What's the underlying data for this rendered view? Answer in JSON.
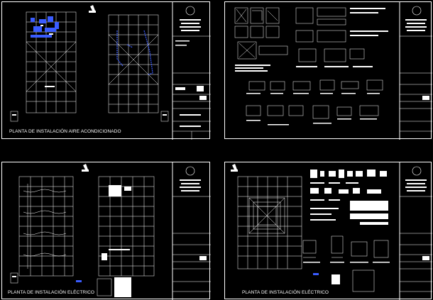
{
  "sheets": [
    {
      "id": "sheet-1",
      "title": "PLANTA DE INSTALACIÓN AIRE ACONDICIONADO"
    },
    {
      "id": "sheet-2",
      "title": ""
    },
    {
      "id": "sheet-3",
      "title": "PLANTA DE INSTALACIÓN ELÉCTRICO"
    },
    {
      "id": "sheet-4",
      "title": "PLANTA DE INSTALACIÓN ELÉCTRICO"
    }
  ]
}
